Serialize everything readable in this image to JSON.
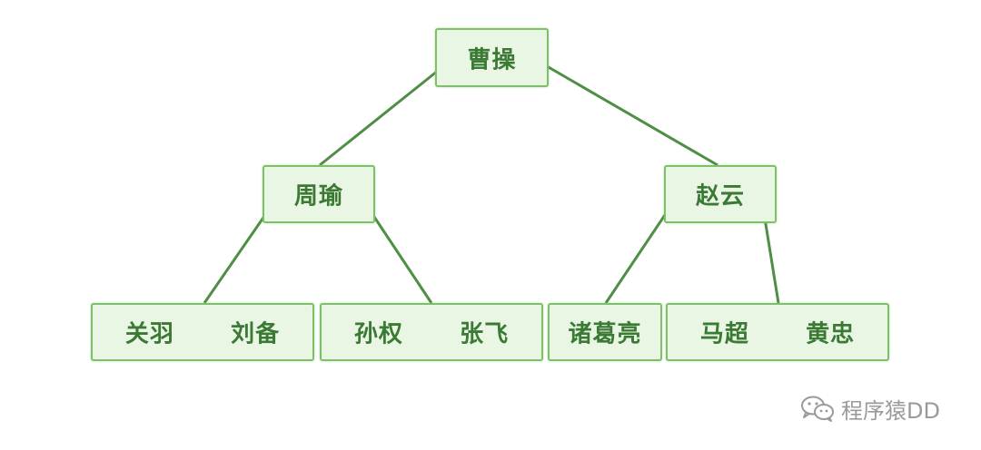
{
  "tree": {
    "nodes": [
      {
        "id": "root",
        "keys": [
          "曹操"
        ]
      },
      {
        "id": "left",
        "keys": [
          "周瑜"
        ]
      },
      {
        "id": "right",
        "keys": [
          "赵云"
        ]
      },
      {
        "id": "leaf1",
        "keys": [
          "关羽",
          "刘备"
        ]
      },
      {
        "id": "leaf2",
        "keys": [
          "孙权",
          "张飞"
        ]
      },
      {
        "id": "leaf3",
        "keys": [
          "诸葛亮"
        ]
      },
      {
        "id": "leaf4",
        "keys": [
          "马超",
          "黄忠"
        ]
      }
    ],
    "edges": [
      {
        "from": "root",
        "to": "left"
      },
      {
        "from": "root",
        "to": "right"
      },
      {
        "from": "left",
        "to": "leaf1"
      },
      {
        "from": "left",
        "to": "leaf2"
      },
      {
        "from": "right",
        "to": "leaf3"
      },
      {
        "from": "right",
        "to": "leaf4"
      }
    ],
    "colors": {
      "border": "#7ec06a",
      "fill": "#eaf6e4",
      "text": "#3a7a34",
      "edge": "#4e8f45"
    }
  },
  "watermark": {
    "icon": "wechat-icon",
    "text": "程序猿DD"
  }
}
